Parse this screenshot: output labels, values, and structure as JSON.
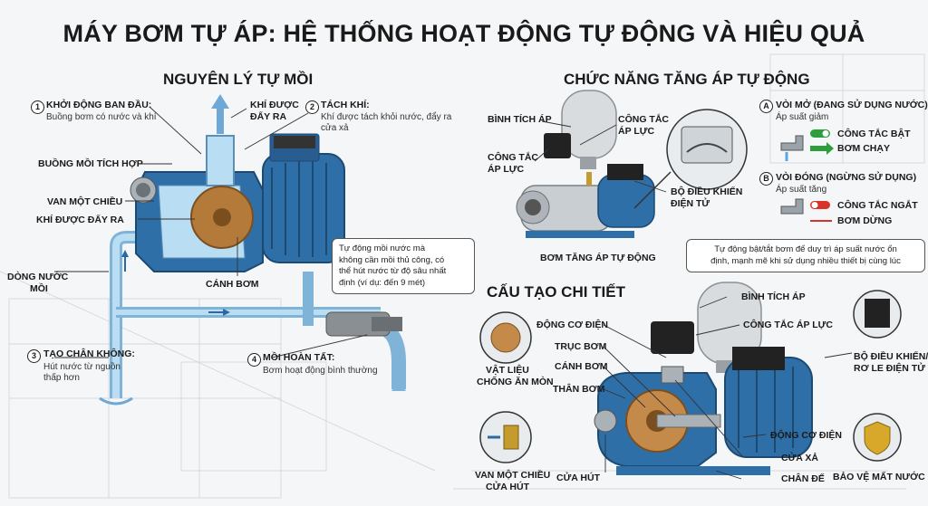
{
  "title": "MÁY BƠM TỰ ÁP: HỆ THỐNG HOẠT ĐỘNG TỰ ĐỘNG VÀ HIỆU QUẢ",
  "left": {
    "heading": "NGUYÊN LÝ TỰ MỒI",
    "step1": {
      "num": "1",
      "label": "KHỞI ĐỘNG BAN ĐẦU:",
      "desc": "Buồng bơm có nước và khí"
    },
    "step2": {
      "num": "2",
      "label": "TÁCH KHÍ:",
      "desc1": "Khí được tách khỏi nước, đẩy ra",
      "desc2": "cửa xả"
    },
    "step3": {
      "num": "3",
      "label": "TẠO CHÂN KHÔNG:",
      "desc1": "Hút nước từ nguồn",
      "desc2": "thấp hơn"
    },
    "step4": {
      "num": "4",
      "label": "MỒI HOÀN TẤT:",
      "desc": "Bơm hoạt động bình thường"
    },
    "air_out1": "KHÍ ĐƯỢC",
    "air_out2": "ĐẨY RA",
    "priming_chamber": "BUỒNG MỒI TÍCH HỢP",
    "check_valve": "VAN MỘT CHIỀU",
    "air_pushed": "KHÍ ĐƯỢC ĐẨY RA",
    "water_flow1": "DÒNG NƯỚC",
    "water_flow2": "MỒI",
    "impeller": "CÁNH BƠM",
    "note": [
      "Tự động mồi nước mà",
      "không cần mồi thủ công, có",
      "thể hút nước từ độ sâu nhất",
      "định (ví dụ: đến 9 mét)"
    ]
  },
  "right_top": {
    "heading": "CHỨC NĂNG TĂNG ÁP TỰ ĐỘNG",
    "tank": "BÌNH TÍCH ÁP",
    "pressure_switch_a1": "CÔNG TẮC",
    "pressure_switch_a2": "ÁP LỰC",
    "pressure_switch_b1": "CÔNG TẮC",
    "pressure_switch_b2": "ÁP LỰC",
    "controller1": "BỘ ĐIỀU KHIỂN",
    "controller2": "ĐIỆN TỬ",
    "caption": "BƠM TĂNG ÁP TỰ ĐỘNG",
    "stateA": {
      "letter": "A",
      "label": "VÒI MỞ (ĐANG SỬ DỤNG NƯỚC)",
      "desc": "Áp suất giảm",
      "line1": "CÔNG TẮC BẬT",
      "line2": "BƠM CHẠY"
    },
    "stateB": {
      "letter": "B",
      "label": "VÒI ĐÓNG (NGỪNG SỬ DỤNG)",
      "desc": "Áp suất tăng",
      "line1": "CÔNG TẮC NGẮT",
      "line2": "BƠM DỪNG"
    },
    "note": [
      "Tự động bật/tắt bơm để duy trì áp suất nước ổn",
      "định, mạnh mẽ khi sử dụng nhiều thiết bị cùng lúc"
    ]
  },
  "right_bottom": {
    "heading": "CẤU TẠO CHI TIẾT",
    "tank": "BÌNH TÍCH ÁP",
    "pressure_switch": "CÔNG TẮC ÁP LỰC",
    "motor_top": "ĐỘNG CƠ ĐIỆN",
    "shaft": "TRỤC BƠM",
    "impeller": "CÁNH BƠM",
    "body": "THÂN BƠM",
    "inlet": "CỬA HÚT",
    "motor_bottom": "ĐỘNG CƠ ĐIỆN",
    "outlet": "CỬA XẢ",
    "base": "CHÂN ĐẾ",
    "controller1": "BỘ ĐIỀU KHIỂN/",
    "controller2": "RƠ LE ĐIỆN TỬ",
    "anticorr1": "VẬT LIỆU",
    "anticorr2": "CHỐNG ĂN MÒN",
    "checkvalve1": "VAN MỘT CHIỀU",
    "checkvalve2": "CỬA HÚT",
    "dryrun": "BẢO VỆ MẤT NƯỚC"
  },
  "colors": {
    "pump_blue": "#2f6fa8",
    "water": "#8ec9ec",
    "green": "#2e9e3c",
    "red": "#d8322b",
    "tank": "#d9dcdf"
  }
}
